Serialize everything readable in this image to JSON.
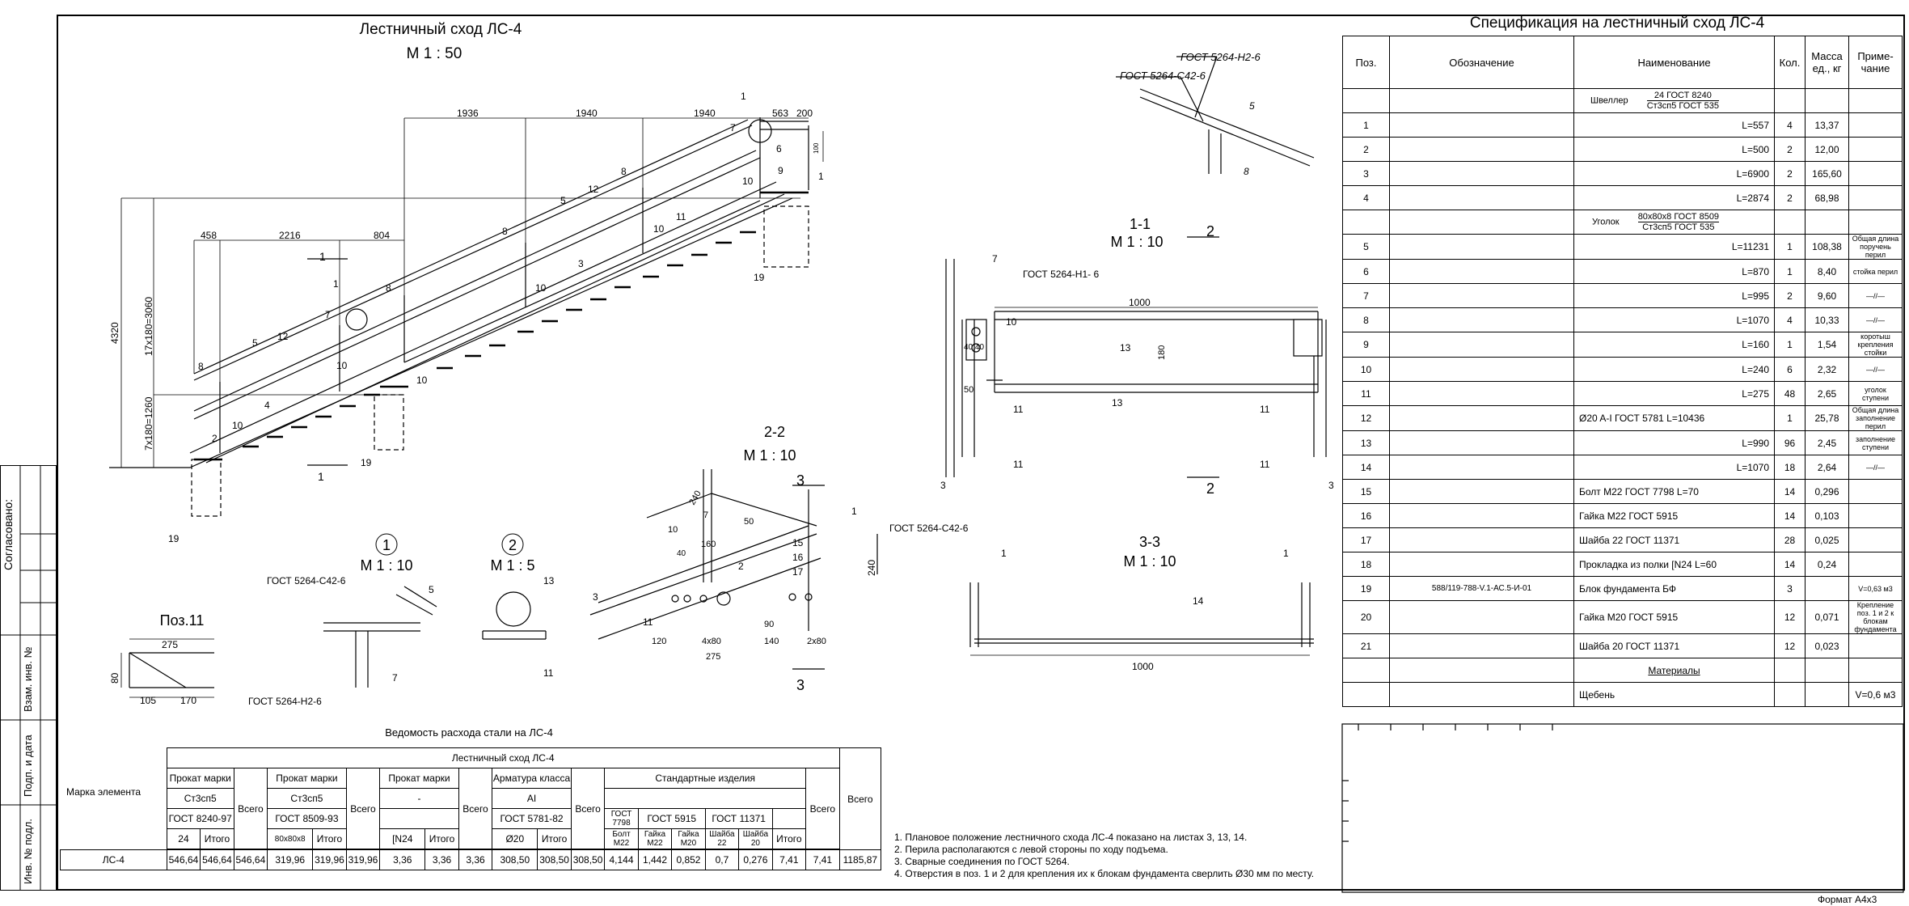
{
  "sidebar": {
    "agreed": "Согласовано:",
    "inv_change": "Взам. инв. №",
    "sign_date": "Подп. и дата",
    "inv_orig": "Инв. № подл."
  },
  "views": {
    "main_title": "Лестничный сход ЛС-4",
    "main_scale": "М 1 : 50",
    "sec11_title": "1-1",
    "sec11_scale": "М 1 : 10",
    "sec22_title": "2-2",
    "sec22_scale": "М 1 : 10",
    "sec33_title": "3-3",
    "sec33_scale": "М 1 : 10",
    "node1_num": "1",
    "node1_scale": "М 1 : 10",
    "node2_num": "2",
    "node2_scale": "М 1 : 5",
    "pos11_title": "Поз.11"
  },
  "dims": {
    "top": [
      "1936",
      "1940",
      "1940",
      "563",
      "200"
    ],
    "mid": [
      "458",
      "2216",
      "804"
    ],
    "left": [
      "4320",
      "17x180=3060",
      "7x180=1260"
    ],
    "sec11": [
      "1000",
      "180",
      "40,40",
      "50"
    ],
    "sec33": [
      "1000"
    ],
    "sec22": [
      "240",
      "160",
      "50",
      "40",
      "120",
      "4x80",
      "140",
      "2x80",
      "275",
      "90",
      "240"
    ],
    "pos11": [
      "275",
      "80",
      "105",
      "170"
    ],
    "right_small": [
      "100"
    ]
  },
  "labels": {
    "gost_h26": "ГОСТ 5264-Н2-6",
    "gost_c426": "ГОСТ 5264-С42-6",
    "gost_h1": "ГОСТ 5264-Н1- 6",
    "gost_c42_node": "ГОСТ 5264-С42-6",
    "gost_h2_node": "ГОСТ 5264-Н2-6",
    "gost_c42_33": "ГОСТ 5264-С42-6",
    "nums": [
      "1",
      "2",
      "3",
      "4",
      "5",
      "6",
      "7",
      "8",
      "9",
      "10",
      "11",
      "12",
      "13",
      "14",
      "15",
      "16",
      "17",
      "19"
    ]
  },
  "spec": {
    "title": "Спецификация на лестничный сход ЛС-4",
    "headers": [
      "Поз.",
      "Обозначение",
      "Наименование",
      "Кол.",
      "Масса ед., кг",
      "Приме- чание"
    ],
    "group1": {
      "label": "Швеллер",
      "top": "24 ГОСТ 8240",
      "bottom": "Ст3сп5 ГОСТ 535"
    },
    "group2": {
      "label": "Уголок",
      "top": "80х80х8 ГОСТ 8509",
      "bottom": "Ст3сп5 ГОСТ 535"
    },
    "rows": [
      {
        "pos": "1",
        "des": "",
        "name": "L=557",
        "qty": "4",
        "mass": "13,37",
        "note": ""
      },
      {
        "pos": "2",
        "des": "",
        "name": "L=500",
        "qty": "2",
        "mass": "12,00",
        "note": ""
      },
      {
        "pos": "3",
        "des": "",
        "name": "L=6900",
        "qty": "2",
        "mass": "165,60",
        "note": ""
      },
      {
        "pos": "4",
        "des": "",
        "name": "L=2874",
        "qty": "2",
        "mass": "68,98",
        "note": ""
      },
      {
        "pos": "5",
        "des": "",
        "name": "L=11231",
        "qty": "1",
        "mass": "108,38",
        "note": "Общая длина поручень перил"
      },
      {
        "pos": "6",
        "des": "",
        "name": "L=870",
        "qty": "1",
        "mass": "8,40",
        "note": "стойка перил"
      },
      {
        "pos": "7",
        "des": "",
        "name": "L=995",
        "qty": "2",
        "mass": "9,60",
        "note": "—//—"
      },
      {
        "pos": "8",
        "des": "",
        "name": "L=1070",
        "qty": "4",
        "mass": "10,33",
        "note": "—//—"
      },
      {
        "pos": "9",
        "des": "",
        "name": "L=160",
        "qty": "1",
        "mass": "1,54",
        "note": "коротыш крепления стойки"
      },
      {
        "pos": "10",
        "des": "",
        "name": "L=240",
        "qty": "6",
        "mass": "2,32",
        "note": "—//—"
      },
      {
        "pos": "11",
        "des": "",
        "name": "L=275",
        "qty": "48",
        "mass": "2,65",
        "note": "уголок ступени"
      },
      {
        "pos": "12",
        "des": "",
        "name": "Ø20 A-I ГОСТ 5781        L=10436",
        "qty": "1",
        "mass": "25,78",
        "note": "Общая длина заполнение перил"
      },
      {
        "pos": "13",
        "des": "",
        "name": "L=990",
        "qty": "96",
        "mass": "2,45",
        "note": "заполнение ступени"
      },
      {
        "pos": "14",
        "des": "",
        "name": "L=1070",
        "qty": "18",
        "mass": "2,64",
        "note": "—//—"
      },
      {
        "pos": "15",
        "des": "",
        "name": "Болт М22 ГОСТ 7798  L=70",
        "qty": "14",
        "mass": "0,296",
        "note": ""
      },
      {
        "pos": "16",
        "des": "",
        "name": "Гайка М22 ГОСТ 5915",
        "qty": "14",
        "mass": "0,103",
        "note": ""
      },
      {
        "pos": "17",
        "des": "",
        "name": "Шайба 22 ГОСТ 11371",
        "qty": "28",
        "mass": "0,025",
        "note": ""
      },
      {
        "pos": "18",
        "des": "",
        "name": "Прокладка из полки [N24  L=60",
        "qty": "14",
        "mass": "0,24",
        "note": ""
      },
      {
        "pos": "19",
        "des": "588/119-788-V.1-АС.5-И-01",
        "name": "Блок фундамента БФ",
        "qty": "3",
        "mass": "",
        "note": "V=0,63 м3"
      },
      {
        "pos": "20",
        "des": "",
        "name": "Гайка М20 ГОСТ 5915",
        "qty": "12",
        "mass": "0,071",
        "note": "Крепление поз. 1 и 2 к блокам фундамента"
      },
      {
        "pos": "21",
        "des": "",
        "name": "Шайба 20 ГОСТ 11371",
        "qty": "12",
        "mass": "0,023",
        "note": ""
      }
    ],
    "materials": "Материалы",
    "gravel": {
      "name": "Щебень",
      "note": "V=0,6 м3"
    }
  },
  "steel": {
    "title": "Ведомость расхода стали на  ЛС-4",
    "header_main": "Лестничный сход ЛС-4",
    "mark": "Марка элемента",
    "rolled": "Прокат марки",
    "st3sp5": "Ст3сп5",
    "gost8240": "ГОСТ 8240-97",
    "gost8509": "ГОСТ 8509-93",
    "dash": "-",
    "rebar": "Арматура класса",
    "ai": "AI",
    "gost5781": "ГОСТ 5781-82",
    "std": "Стандартные изделия",
    "total": "Всего",
    "itogo": "Итого",
    "c24": "24",
    "c80": "80х80х8",
    "cn24": "[N24",
    "c20": "Ø20",
    "gost7798": "ГОСТ 7798",
    "gost5915": "ГОСТ 5915",
    "gost11371": "ГОСТ 11371",
    "bolt": "Болт М22",
    "nut22": "Гайка М22",
    "nut20": "Гайка М20",
    "wash22": "Шайба 22",
    "wash20": "Шайба 20",
    "row": [
      "ЛС-4",
      "546,64",
      "546,64",
      "546,64",
      "319,96",
      "319,96",
      "319,96",
      "3,36",
      "3,36",
      "3,36",
      "308,50",
      "308,50",
      "308,50",
      "4,144",
      "1,442",
      "0,852",
      "0,7",
      "0,276",
      "7,41",
      "7,41",
      "1185,87"
    ]
  },
  "notes": [
    "1. Плановое положение лестничного схода ЛС-4 показано на листах 3, 13, 14.",
    "2. Перила располагаются с левой стороны по ходу подъема.",
    "3. Сварные соединения по ГОСТ 5264.",
    "4. Отверстия в поз. 1 и 2 для крепления их к блокам фундамента сверлить Ø30 мм по месту."
  ],
  "format": "Формат  А4х3"
}
